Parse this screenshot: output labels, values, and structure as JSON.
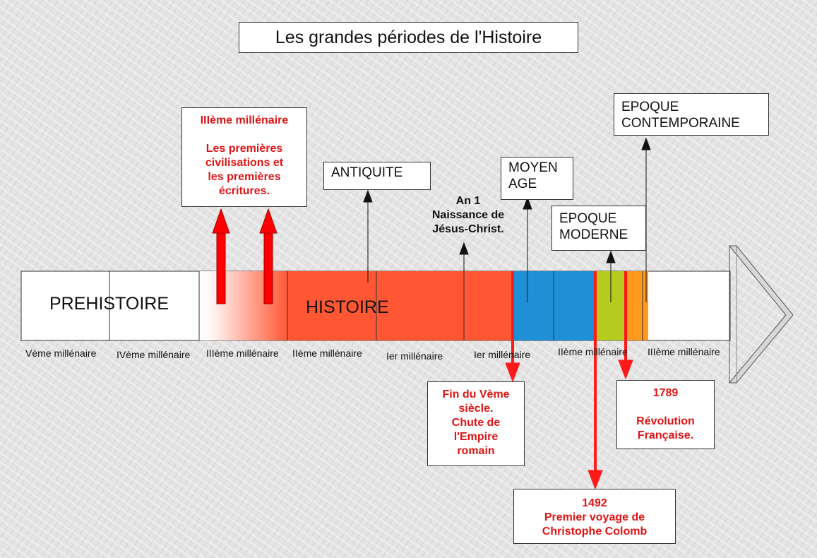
{
  "title": "Les grandes périodes de l'Histoire",
  "band": {
    "prehistoire": "PREHISTOIRE",
    "histoire": "HISTOIRE"
  },
  "ticks": [
    "Vème millénaire",
    "IVème millénaire",
    "IIIème millénaire",
    "IIème millénaire",
    "Ier millénaire",
    "Ier millénaire",
    "IIème millénaire",
    "IIIème millénaire"
  ],
  "periods": {
    "antiquite": "ANTIQUITE",
    "moyen_age": [
      "MOYEN",
      "AGE"
    ],
    "epoque_moderne": [
      "EPOQUE",
      "MODERNE"
    ],
    "epoque_contemporaine": [
      "EPOQUE",
      "CONTEMPORAINE"
    ]
  },
  "an1": [
    "An 1",
    "Naissance de",
    "Jésus-Christ."
  ],
  "events": {
    "civilisations": [
      "IIIème millénaire",
      "",
      "Les premières",
      "civilisations et",
      "les premières",
      "écritures."
    ],
    "rome": [
      "Fin du Vème",
      "siècle.",
      "Chute de",
      "l'Empire",
      "romain"
    ],
    "colomb": [
      "1492",
      "Premier voyage de",
      "Christophe Colomb"
    ],
    "revolution": [
      "1789",
      "",
      "Révolution",
      "Française."
    ]
  },
  "colors": {
    "histoire_red": "#ff5733",
    "moyen_age_blue": "#1f8fd6",
    "moderne_green": "#b5cc1e",
    "contemporaine_orange": "#ff9a1f",
    "event_red": "#e01414"
  }
}
